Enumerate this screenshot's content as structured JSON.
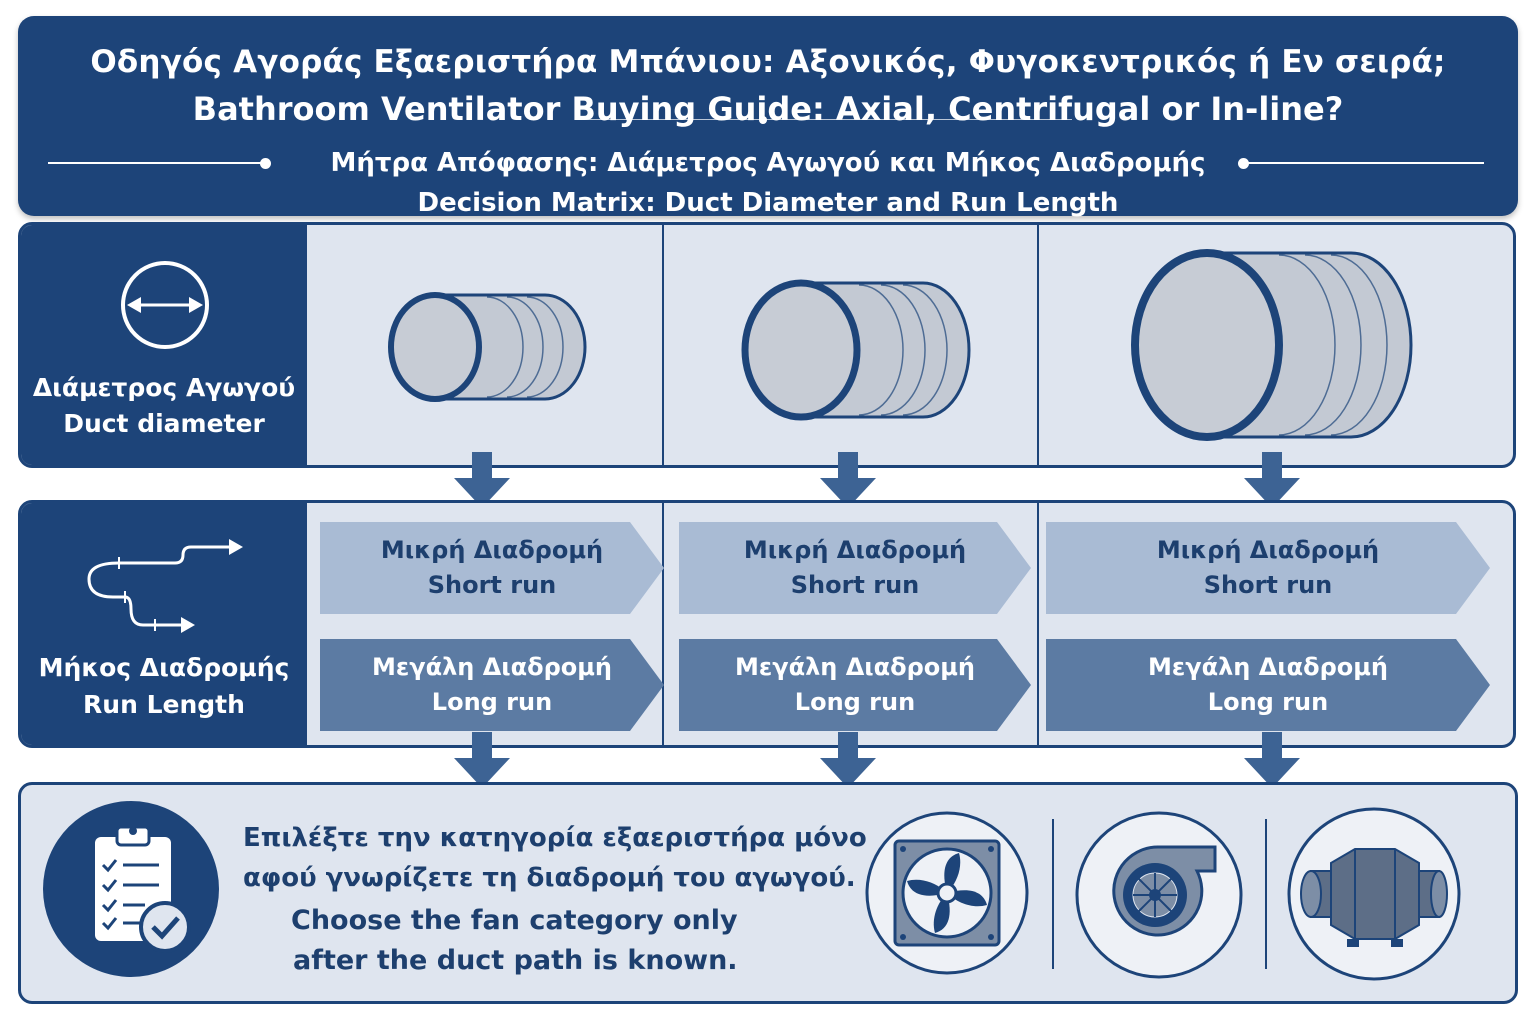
{
  "header": {
    "title_el": "Οδηγός Αγοράς Εξαεριστήρα Μπάνιου: Αξονικός, Φυγοκεντρικός ή Εν σειρά;",
    "title_en": "Bathroom Ventilator Buying Guide: Axial, Centrifugal or In-line?",
    "subtitle_el": "Μήτρα Απόφασης: Διάμετρος Αγωγού και Μήκος Διαδρομής",
    "subtitle_en": "Decision Matrix: Duct Diameter and Run Length"
  },
  "diameter_row": {
    "label_el": "Διάμετρος Αγωγού",
    "label_en": "Duct diameter",
    "icon": "diameter-icon",
    "ducts": [
      "small-duct",
      "medium-duct",
      "large-duct"
    ]
  },
  "run_row": {
    "label_el": "Μήκος Διαδρομής",
    "label_en": "Run Length",
    "icon": "duct-path-icon",
    "columns": [
      {
        "short_el": "Μικρή Διαδρομή",
        "short_en": "Short run",
        "long_el": "Μεγάλη Διαδρομή",
        "long_en": "Long run"
      },
      {
        "short_el": "Μικρή Διαδρομή",
        "short_en": "Short run",
        "long_el": "Μεγάλη Διαδρομή",
        "long_en": "Long run"
      },
      {
        "short_el": "Μικρή Διαδρομή",
        "short_en": "Short run",
        "long_el": "Μεγάλη Διαδρομή",
        "long_en": "Long run"
      }
    ]
  },
  "conclusion": {
    "icon": "checklist-icon",
    "text_el_1": "Επιλέξτε την κατηγορία εξαεριστήρα μόνο",
    "text_el_2": "αφού γνωρίζετε τη διαδρομή του αγωγού.",
    "text_en_1": "Choose the fan category only",
    "text_en_2": "after the duct path is known.",
    "fan_icons": [
      "axial-fan-icon",
      "centrifugal-fan-icon",
      "inline-fan-icon"
    ]
  },
  "colors": {
    "navy": "#1d4479",
    "panel": "#dfe5ef",
    "short_chevron": "#a9bbd4",
    "long_chevron": "#5c7ba3"
  }
}
